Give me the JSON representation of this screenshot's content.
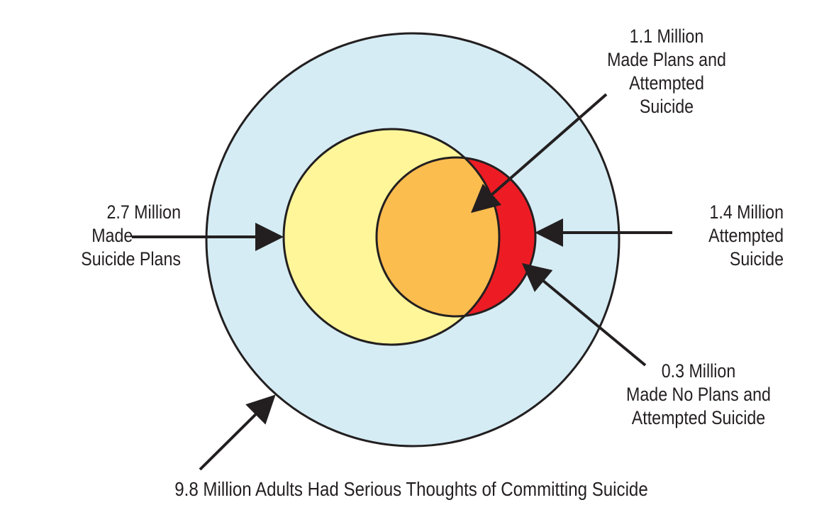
{
  "labels": {
    "plans_attempted": [
      "1.1 Million",
      "Made Plans and",
      "Attempted",
      "Suicide"
    ],
    "plans": [
      "2.7 Million",
      "Made",
      "Suicide Plans"
    ],
    "attempted": [
      "1.4 Million",
      "Attempted",
      "Suicide"
    ],
    "noplans_attempted": [
      "0.3 Million",
      "Made No Plans and",
      "Attempted Suicide"
    ],
    "total": "9.8 Million Adults Had Serious Thoughts of Committing Suicide"
  },
  "colors": {
    "outer_circle": "#d5ecf4",
    "plans_circle": "#fff69a",
    "overlap": "#fcbd4f",
    "attempted_only": "#ed1c24",
    "stroke": "#231f20"
  }
}
